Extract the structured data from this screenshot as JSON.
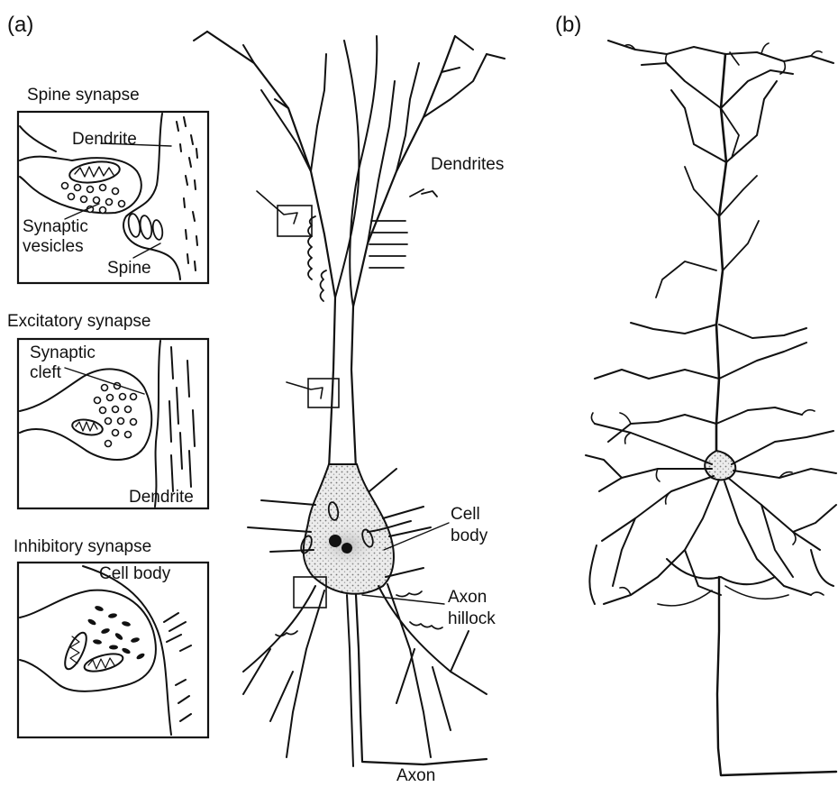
{
  "panels": {
    "a": {
      "tag": "(a)"
    },
    "b": {
      "tag": "(b)"
    }
  },
  "insets": {
    "spine": {
      "title": "Spine synapse",
      "dendrite": "Dendrite",
      "vesicles_line1": "Synaptic",
      "vesicles_line2": "vesicles",
      "spine": "Spine"
    },
    "excitatory": {
      "title": "Excitatory synapse",
      "cleft_line1": "Synaptic",
      "cleft_line2": "cleft",
      "dendrite": "Dendrite"
    },
    "inhibitory": {
      "title": "Inhibitory synapse",
      "cell_body": "Cell body"
    }
  },
  "neuron_labels": {
    "dendrites": "Dendrites",
    "cell_body_line1": "Cell",
    "cell_body_line2": "body",
    "axon_hillock_line1": "Axon",
    "axon_hillock_line2": "hillock",
    "axon": "Axon"
  },
  "colors": {
    "ink": "#111111",
    "soma_stipple": "#cfcfcf",
    "background": "#ffffff"
  }
}
